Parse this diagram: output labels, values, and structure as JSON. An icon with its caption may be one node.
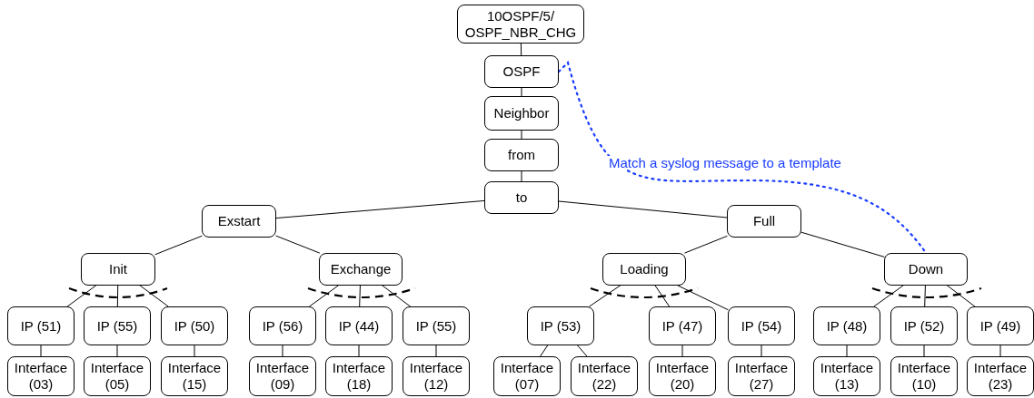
{
  "diagram": {
    "nodes": [
      {
        "text": [
          "10OSPF/5/ OSPF_NBR_CHG"
        ]
      },
      {
        "text": [
          "OSPF"
        ]
      },
      {
        "text": [
          "Neighbor"
        ]
      },
      {
        "text": [
          "from"
        ]
      },
      {
        "text": [
          "to"
        ]
      },
      {
        "text": [
          "Exstart"
        ]
      },
      {
        "text": [
          "Full"
        ]
      },
      {
        "text": [
          "Init"
        ]
      },
      {
        "text": [
          "Exchange"
        ]
      },
      {
        "text": [
          "Loading"
        ]
      },
      {
        "text": [
          "Down"
        ]
      },
      {
        "text": [
          "IP (51)"
        ]
      },
      {
        "text": [
          "IP (55)"
        ]
      },
      {
        "text": [
          "IP (50)"
        ]
      },
      {
        "text": [
          "IP (56)"
        ]
      },
      {
        "text": [
          "IP (44)"
        ]
      },
      {
        "text": [
          "IP (55)"
        ]
      },
      {
        "text": [
          "IP (53)"
        ]
      },
      {
        "text": [
          "IP (47)"
        ]
      },
      {
        "text": [
          "IP (54)"
        ]
      },
      {
        "text": [
          "IP (48)"
        ]
      },
      {
        "text": [
          "IP (52)"
        ]
      },
      {
        "text": [
          "IP (49)"
        ]
      },
      {
        "text": [
          "Interface (03)"
        ]
      },
      {
        "text": [
          "Interface (05)"
        ]
      },
      {
        "text": [
          "Interface (15)"
        ]
      },
      {
        "text": [
          "Interface (09)"
        ]
      },
      {
        "text": [
          "Interface (18)"
        ]
      },
      {
        "text": [
          "Interface (12)"
        ]
      },
      {
        "text": [
          "Interface (07)"
        ]
      },
      {
        "text": [
          "Interface (22)"
        ]
      },
      {
        "text": [
          "Interface (20)"
        ]
      },
      {
        "text": [
          "Interface (27)"
        ]
      },
      {
        "text": [
          "Interface (13)"
        ]
      },
      {
        "text": [
          "Interface (10)"
        ]
      },
      {
        "text": [
          "Interface (23)"
        ]
      }
    ],
    "edges": [
      {
        "from": 0,
        "to": 1,
        "arrow": "none"
      },
      {
        "from": 1,
        "to": 2,
        "arrow": "none"
      },
      {
        "from": 2,
        "to": 3,
        "arrow": "none"
      },
      {
        "from": 3,
        "to": 4,
        "arrow": "none"
      },
      {
        "from": 4,
        "to": 5,
        "arrow": "none"
      },
      {
        "from": 4,
        "to": 6,
        "arrow": "none"
      },
      {
        "from": 5,
        "to": 7,
        "arrow": "none"
      },
      {
        "from": 5,
        "to": 8,
        "arrow": "none"
      },
      {
        "from": 6,
        "to": 9,
        "arrow": "none"
      },
      {
        "from": 6,
        "to": 10,
        "arrow": "none"
      },
      {
        "from": 7,
        "to": 11,
        "arrow": "none"
      },
      {
        "from": 7,
        "to": 12,
        "arrow": "none"
      },
      {
        "from": 7,
        "to": 13,
        "arrow": "none"
      },
      {
        "from": 8,
        "to": 14,
        "arrow": "none"
      },
      {
        "from": 8,
        "to": 15,
        "arrow": "none"
      },
      {
        "from": 8,
        "to": 16,
        "arrow": "none"
      },
      {
        "from": 9,
        "to": 17,
        "arrow": "none"
      },
      {
        "from": 9,
        "to": 18,
        "arrow": "none"
      },
      {
        "from": 9,
        "to": 19,
        "arrow": "none"
      },
      {
        "from": 10,
        "to": 20,
        "arrow": "none"
      },
      {
        "from": 10,
        "to": 21,
        "arrow": "none"
      },
      {
        "from": 10,
        "to": 22,
        "arrow": "none"
      },
      {
        "from": 11,
        "to": 23,
        "arrow": "none"
      },
      {
        "from": 12,
        "to": 24,
        "arrow": "none"
      },
      {
        "from": 13,
        "to": 25,
        "arrow": "none"
      },
      {
        "from": 14,
        "to": 26,
        "arrow": "none"
      },
      {
        "from": 15,
        "to": 27,
        "arrow": "none"
      },
      {
        "from": 16,
        "to": 28,
        "arrow": "none"
      },
      {
        "from": 17,
        "to": 29,
        "arrow": "none"
      },
      {
        "from": 17,
        "to": 30,
        "arrow": "none"
      },
      {
        "from": 18,
        "to": 31,
        "arrow": "none"
      },
      {
        "from": 19,
        "to": 32,
        "arrow": "none"
      },
      {
        "from": 20,
        "to": 33,
        "arrow": "none"
      },
      {
        "from": 21,
        "to": 34,
        "arrow": "none"
      },
      {
        "from": 22,
        "to": 35,
        "arrow": "none"
      },
      {
        "from": 1,
        "to": 10,
        "arrow": "none",
        "label": "Match a syslog message to a template",
        "style": "dashed",
        "color": "#1a3cff"
      }
    ]
  }
}
